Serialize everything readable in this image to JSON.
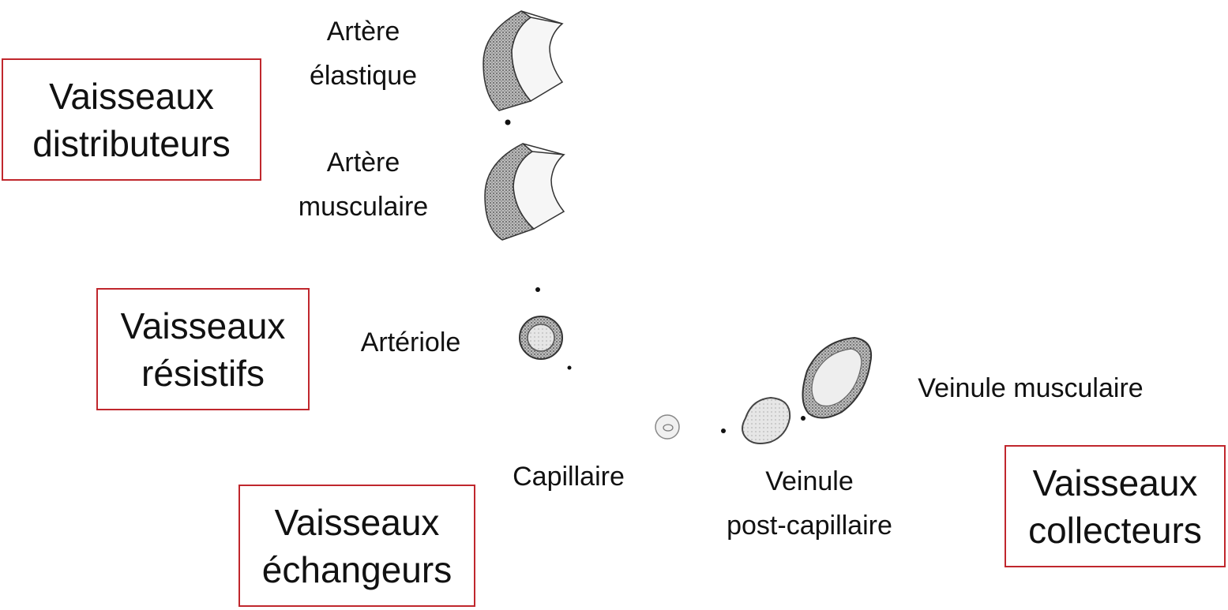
{
  "categories": {
    "distributeurs": {
      "line1": "Vaisseaux",
      "line2": "distributeurs"
    },
    "resistifs": {
      "line1": "Vaisseaux",
      "line2": "résistifs"
    },
    "echangeurs": {
      "line1": "Vaisseaux",
      "line2": "échangeurs"
    },
    "collecteurs": {
      "line1": "Vaisseaux",
      "line2": "collecteurs"
    }
  },
  "vessels": {
    "artere_elastique": {
      "line1": "Artère",
      "line2": "élastique"
    },
    "artere_musculaire": {
      "line1": "Artère",
      "line2": "musculaire"
    },
    "arteriole": "Artériole",
    "capillaire": "Capillaire",
    "veinule_post_capillaire": {
      "line1": "Veinule",
      "line2": "post-capillaire"
    },
    "veinule_musculaire": "Veinule musculaire"
  },
  "colors": {
    "box_border": "#c0272d",
    "text": "#111111",
    "drawing": "#555555"
  }
}
